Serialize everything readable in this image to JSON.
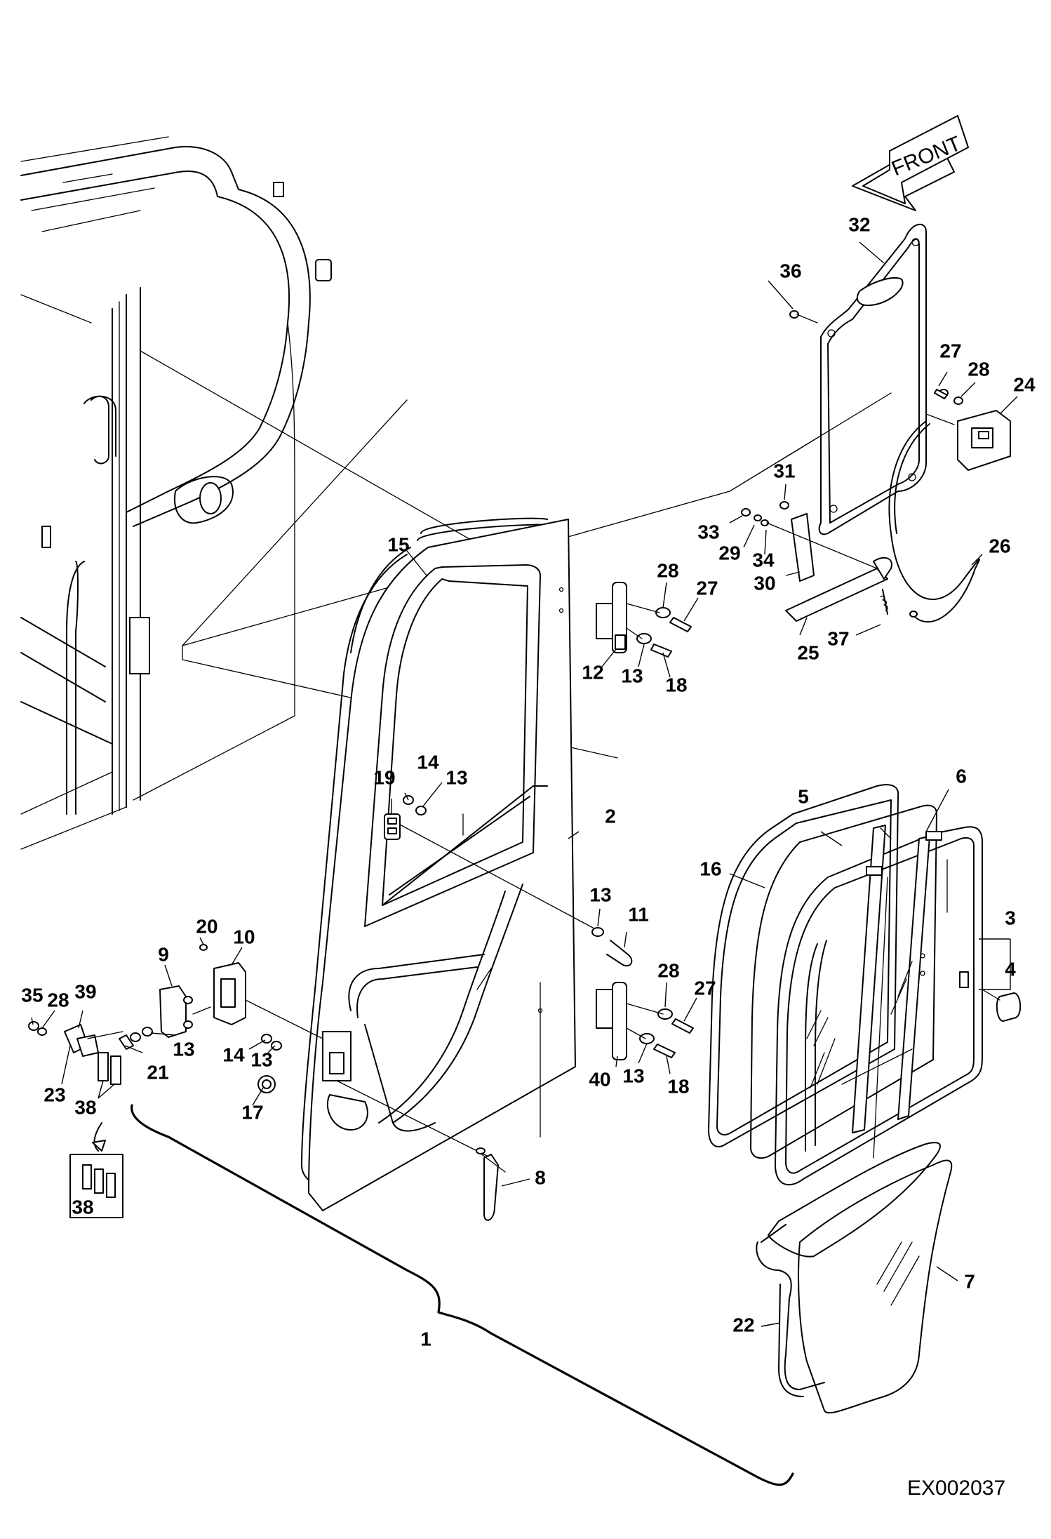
{
  "drawing": {
    "number": "EX002037",
    "front_label": "FRONT"
  },
  "callouts": [
    {
      "id": "1",
      "label": "1"
    },
    {
      "id": "2",
      "label": "2"
    },
    {
      "id": "3",
      "label": "3"
    },
    {
      "id": "4",
      "label": "4"
    },
    {
      "id": "5",
      "label": "5"
    },
    {
      "id": "6",
      "label": "6"
    },
    {
      "id": "7",
      "label": "7"
    },
    {
      "id": "8",
      "label": "8"
    },
    {
      "id": "9",
      "label": "9"
    },
    {
      "id": "10",
      "label": "10"
    },
    {
      "id": "11",
      "label": "11"
    },
    {
      "id": "12",
      "label": "12"
    },
    {
      "id": "13a",
      "label": "13"
    },
    {
      "id": "13b",
      "label": "13"
    },
    {
      "id": "13c",
      "label": "13"
    },
    {
      "id": "13d",
      "label": "13"
    },
    {
      "id": "13e",
      "label": "13"
    },
    {
      "id": "13f",
      "label": "13"
    },
    {
      "id": "14a",
      "label": "14"
    },
    {
      "id": "14b",
      "label": "14"
    },
    {
      "id": "15",
      "label": "15"
    },
    {
      "id": "16",
      "label": "16"
    },
    {
      "id": "17",
      "label": "17"
    },
    {
      "id": "18a",
      "label": "18"
    },
    {
      "id": "18b",
      "label": "18"
    },
    {
      "id": "19",
      "label": "19"
    },
    {
      "id": "20",
      "label": "20"
    },
    {
      "id": "21",
      "label": "21"
    },
    {
      "id": "22",
      "label": "22"
    },
    {
      "id": "23",
      "label": "23"
    },
    {
      "id": "24",
      "label": "24"
    },
    {
      "id": "25",
      "label": "25"
    },
    {
      "id": "26",
      "label": "26"
    },
    {
      "id": "27a",
      "label": "27"
    },
    {
      "id": "27b",
      "label": "27"
    },
    {
      "id": "27c",
      "label": "27"
    },
    {
      "id": "28a",
      "label": "28"
    },
    {
      "id": "28b",
      "label": "28"
    },
    {
      "id": "28c",
      "label": "28"
    },
    {
      "id": "28d",
      "label": "28"
    },
    {
      "id": "29",
      "label": "29"
    },
    {
      "id": "30",
      "label": "30"
    },
    {
      "id": "31",
      "label": "31"
    },
    {
      "id": "32",
      "label": "32"
    },
    {
      "id": "33",
      "label": "33"
    },
    {
      "id": "34",
      "label": "34"
    },
    {
      "id": "35",
      "label": "35"
    },
    {
      "id": "36",
      "label": "36"
    },
    {
      "id": "37",
      "label": "37"
    },
    {
      "id": "38a",
      "label": "38"
    },
    {
      "id": "38b",
      "label": "38"
    },
    {
      "id": "39",
      "label": "39"
    },
    {
      "id": "40",
      "label": "40"
    }
  ]
}
